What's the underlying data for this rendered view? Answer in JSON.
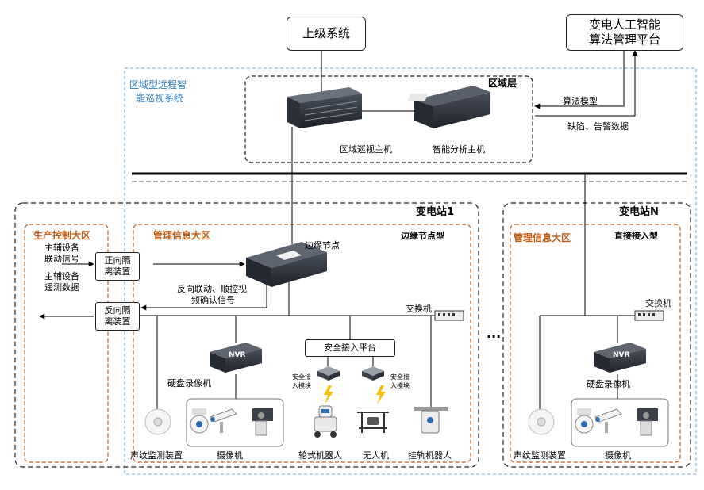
{
  "top": {
    "upper_system": "上级系统",
    "ai_platform_line1": "变电人工智能",
    "ai_platform_line2": "算法管理平台"
  },
  "region": {
    "remote_system_line1": "区域型远程智",
    "remote_system_line2": "能巡视系统",
    "layer_label": "区域层",
    "patrol_host": "区域巡视主机",
    "analysis_host": "智能分析主机",
    "algorithm_model": "算法模型",
    "defect_alarm": "缺陷、告警数据"
  },
  "station1": {
    "title": "变电站1",
    "production_zone": "生产控制大区",
    "management_zone": "管理信息大区",
    "edge_type": "边缘节点型",
    "edge_node": "边缘节点",
    "aux_linkage_line1": "主辅设备",
    "aux_linkage_line2": "联动信号",
    "aux_telemetry_line1": "主辅设备",
    "aux_telemetry_line2": "遥测数据",
    "forward_isolation_line1": "正向隔",
    "forward_isolation_line2": "离装置",
    "reverse_isolation_line1": "反向隔",
    "reverse_isolation_line2": "离装置",
    "reverse_signal_line1": "反向联动、顺控视",
    "reverse_signal_line2": "频确认信号",
    "switch": "交换机",
    "secure_platform": "安全接入平台",
    "nvr": "NVR",
    "dvr": "硬盘录像机",
    "secure_module_line1": "安全接",
    "secure_module_line2": "入模块",
    "acoustic": "声纹监测装置",
    "camera": "摄像机",
    "wheeled_robot": "轮式机器人",
    "drone": "无人机",
    "rail_robot": "挂轨机器人"
  },
  "stationN": {
    "title": "变电站N",
    "management_zone": "管理信息大区",
    "direct_type": "直接接入型",
    "switch": "交换机",
    "nvr": "NVR",
    "dvr": "硬盘录像机",
    "acoustic": "声纹监测装置",
    "camera": "摄像机"
  },
  "ellipsis": "···",
  "colors": {
    "orange_zone": "#c05a14",
    "blue_zone": "#2d7fc0",
    "device_dark": "#2a2f38"
  }
}
